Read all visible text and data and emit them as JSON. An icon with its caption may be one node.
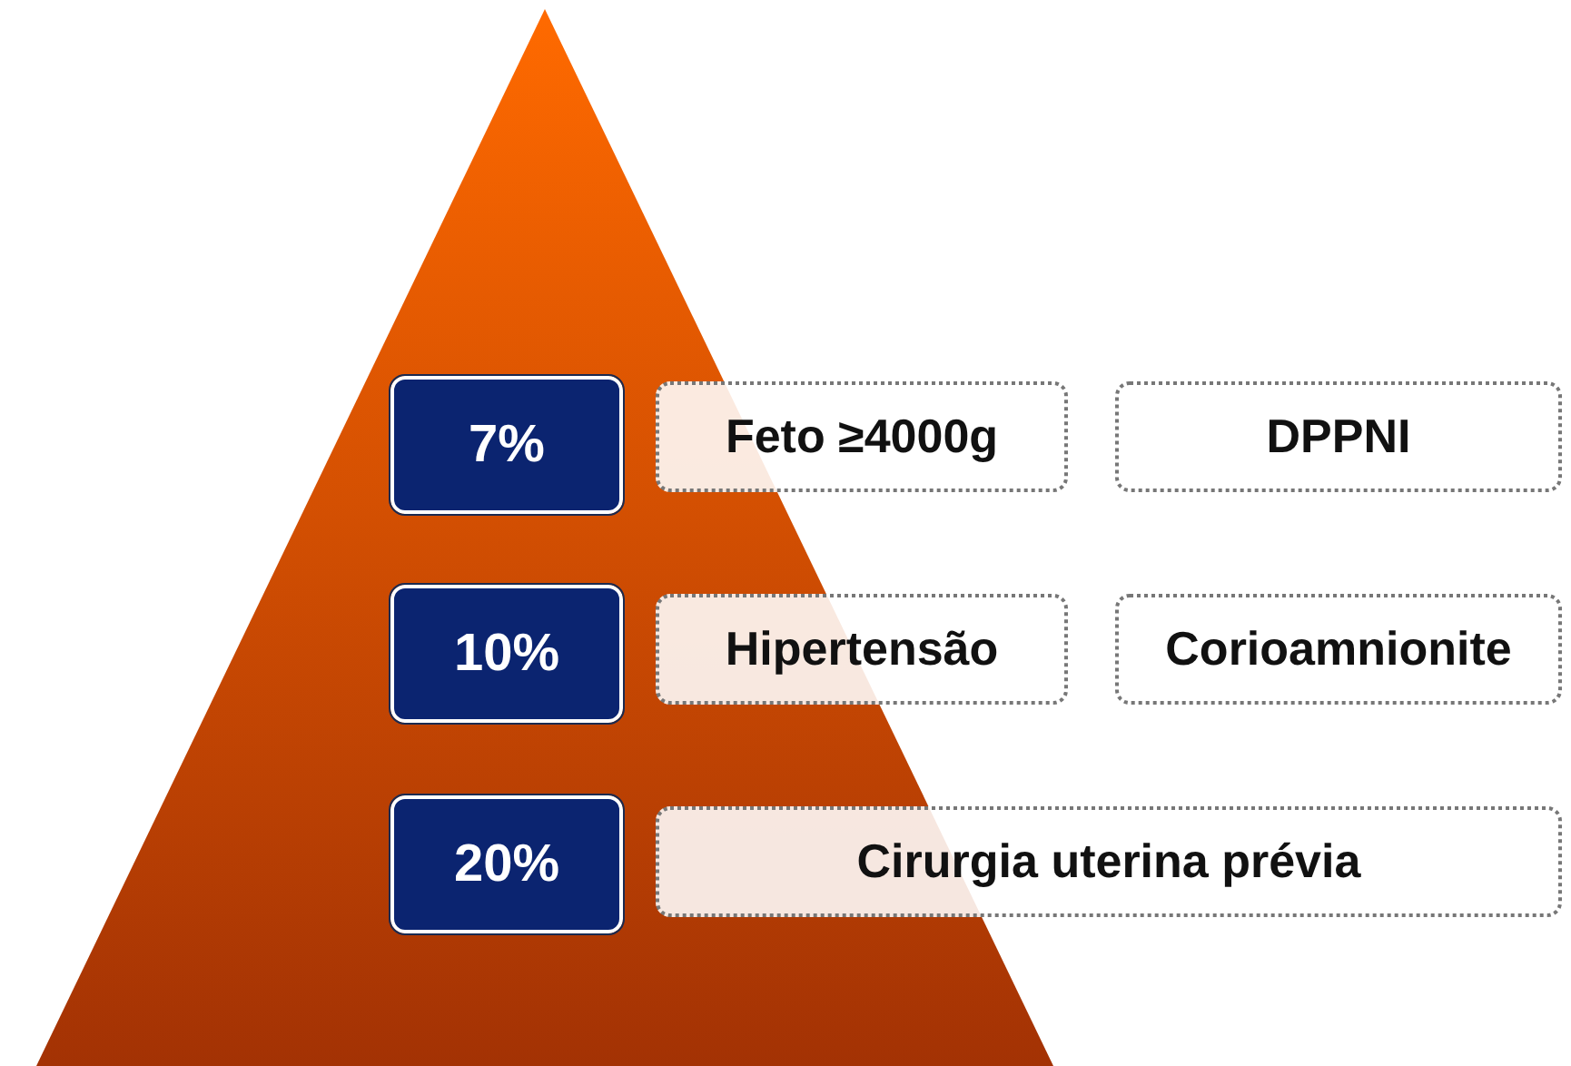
{
  "diagram": {
    "nodes": [
      {
        "text": [],
        "shape": "triangle"
      },
      {
        "text": [
          "7%"
        ],
        "in": 0
      },
      {
        "text": [
          "Feto ≥4000g"
        ]
      },
      {
        "text": [
          "DPPNI"
        ]
      },
      {
        "text": [
          "10%"
        ],
        "in": 0
      },
      {
        "text": [
          "Hipertensão"
        ]
      },
      {
        "text": [
          "Corioamnionite"
        ]
      },
      {
        "text": [
          "20%"
        ],
        "in": 0
      },
      {
        "text": [
          "Cirurgia uterina prévia"
        ]
      }
    ]
  }
}
